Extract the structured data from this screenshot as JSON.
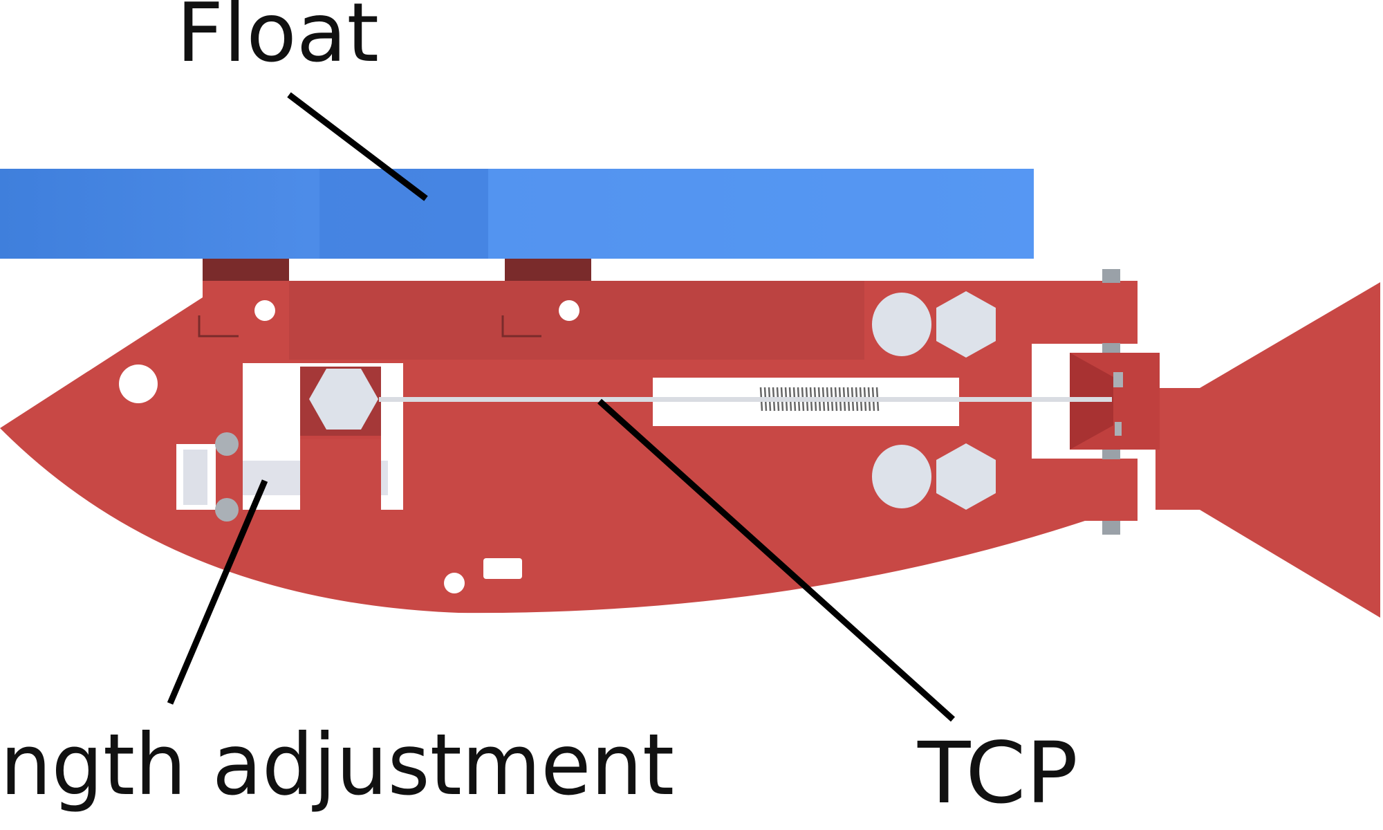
{
  "labels": {
    "float": "Float",
    "length_adjustment": "ngth adjustment",
    "tcp": "TCP"
  },
  "colors": {
    "float": "#5595f0",
    "body": "#c94a46",
    "body_dark": "#a83c3a",
    "hardware": "#dde2ea",
    "pin": "#9aa1a8",
    "leader": "#000000"
  }
}
